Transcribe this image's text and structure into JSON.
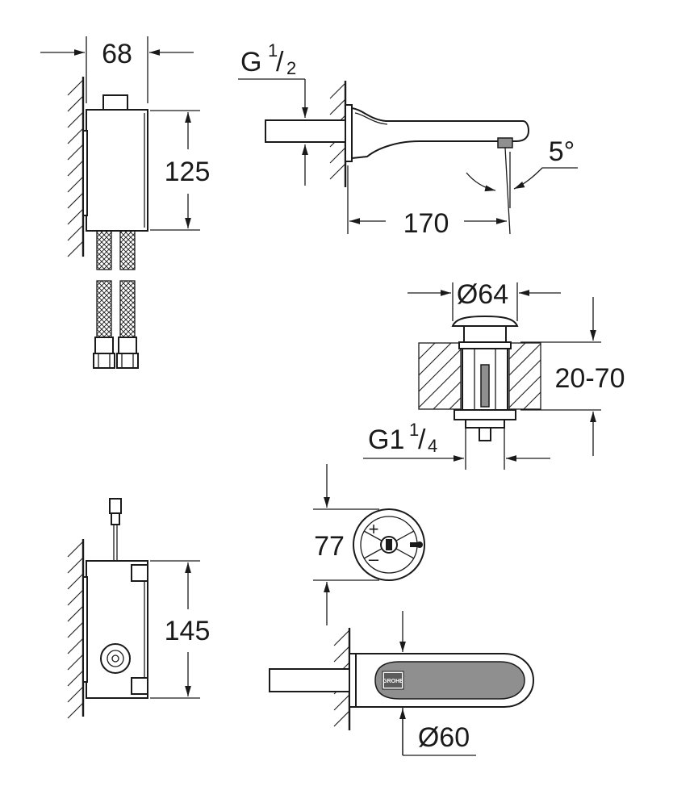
{
  "dimensions": {
    "box_width": "68",
    "box_height": "125",
    "thread_spout": {
      "base": "G",
      "num": "1",
      "den": "2"
    },
    "spout_length": "170",
    "spout_angle": "5°",
    "waste_diameter": "Ø64",
    "waste_range": "20-70",
    "thread_waste": {
      "base": "G1",
      "num": "1",
      "den": "4"
    },
    "control_diameter": "77",
    "lower_box_height": "145",
    "spout_diameter": "Ø60"
  },
  "labels": {
    "control_plus": "+",
    "control_minus": "–",
    "brand_mark": "GROHE"
  }
}
